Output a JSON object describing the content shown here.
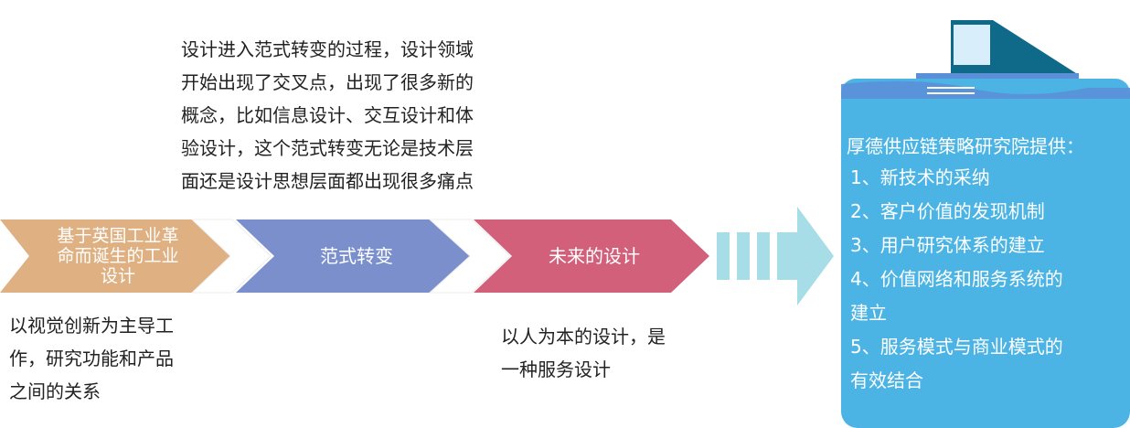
{
  "notes": {
    "top": "设计进入范式转变的过程，设计领域\n开始出现了交叉点，出现了很多新的\n概念，比如信息设计、交互设计和体\n验设计，这个范式转变无论是技术层\n面还是设计思想层面都出现很多痛点",
    "left": "以视觉创新为主导工\n作，研究功能和产品\n之间的关系",
    "middle": "以人为本的设计，是\n一种服务设计"
  },
  "stages": [
    {
      "label": "基于英国工业革\n命而诞生的工业\n设计",
      "color": "#deb082"
    },
    {
      "label": "范式转变",
      "color": "#7b8fcc"
    },
    {
      "label": "未来的设计",
      "color": "#d2607a"
    }
  ],
  "arrow_color": "#a6dde6",
  "panel": {
    "title": "厚德供应链策略研究院提供：",
    "items": [
      "1、新技术的采纳",
      "2、客户价值的发现机制",
      "3、用户研究体系的建立",
      "4、价值网络和服务系统的\n建立",
      "5、服务模式与商业模式的\n有效结合"
    ],
    "color": "#4bb4e4"
  }
}
